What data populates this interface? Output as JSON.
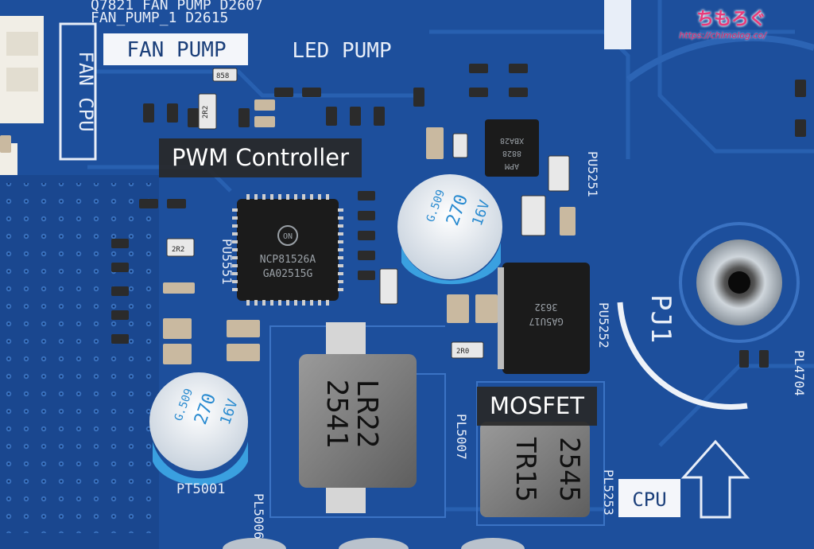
{
  "annotations": {
    "pwm_controller": "PWM Controller",
    "mosfet": "MOSFET"
  },
  "watermark": {
    "name": "ちもろぐ",
    "url": "https://chimolog.co/"
  },
  "silkscreen": {
    "fan_pump": "FAN PUMP",
    "led_pump": "LED PUMP",
    "fan_cpu": "FAN CPU",
    "top_line1": "Q7821  FAN PUMP    D2607",
    "top_line2": "FAN_PUMP_1 D2615",
    "pu5251": "PU5251",
    "pu5551": "PU5551",
    "pu5252": "PU5252",
    "pj1": "PJ1",
    "pl4704": "PL4704",
    "pl5007": "PL5007",
    "pl5253": "PL5253",
    "pl5006": "PL5006",
    "cpu": "CPU",
    "pt5001": "PT5001"
  },
  "chips": {
    "controller_line1": "NCP81526A",
    "controller_line2": "GA02515G",
    "controller_logo": "ON",
    "small_ic_line1": "APM",
    "small_ic_line2": "8828",
    "small_ic_line3": "XBA28",
    "mosfet_line1": "GA5U17",
    "mosfet_line2": "3632",
    "inductor_left_line1": "LR22",
    "inductor_left_line2": "2541",
    "inductor_right_line1": "TR15",
    "inductor_right_line2": "2545",
    "resistor_2r2": "2R2",
    "resistor_2r0": "2R0",
    "resistor_858": "858"
  },
  "capacitors": {
    "line1": "G.509",
    "line2": "270",
    "line3": "16V"
  },
  "colors": {
    "pcb": "#1d4f9c",
    "label_bg": "#282828",
    "watermark": "#e83a7a"
  }
}
